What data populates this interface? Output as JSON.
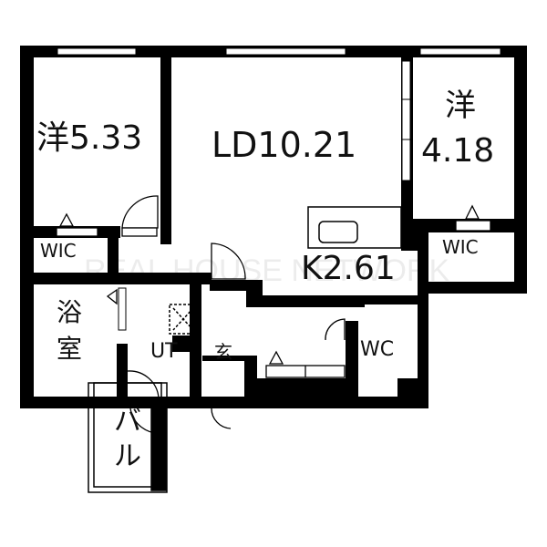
{
  "floor_plan": {
    "rooms": {
      "western_room_1": "洋5.33",
      "ld": "LD10.21",
      "western_room_2_kanji": "洋",
      "western_room_2_size": "4.18",
      "kitchen": "K2.61",
      "wic_left": "WIC",
      "wic_right": "WIC",
      "bath_1": "浴",
      "bath_2": "室",
      "utility": "UT",
      "entrance": "玄",
      "toilet": "WC",
      "balcony_1": "バ",
      "balcony_2": "ル"
    },
    "watermark": "REAL HOUSE NETWORK",
    "colors": {
      "wall": "#000000",
      "background": "#ffffff"
    }
  }
}
